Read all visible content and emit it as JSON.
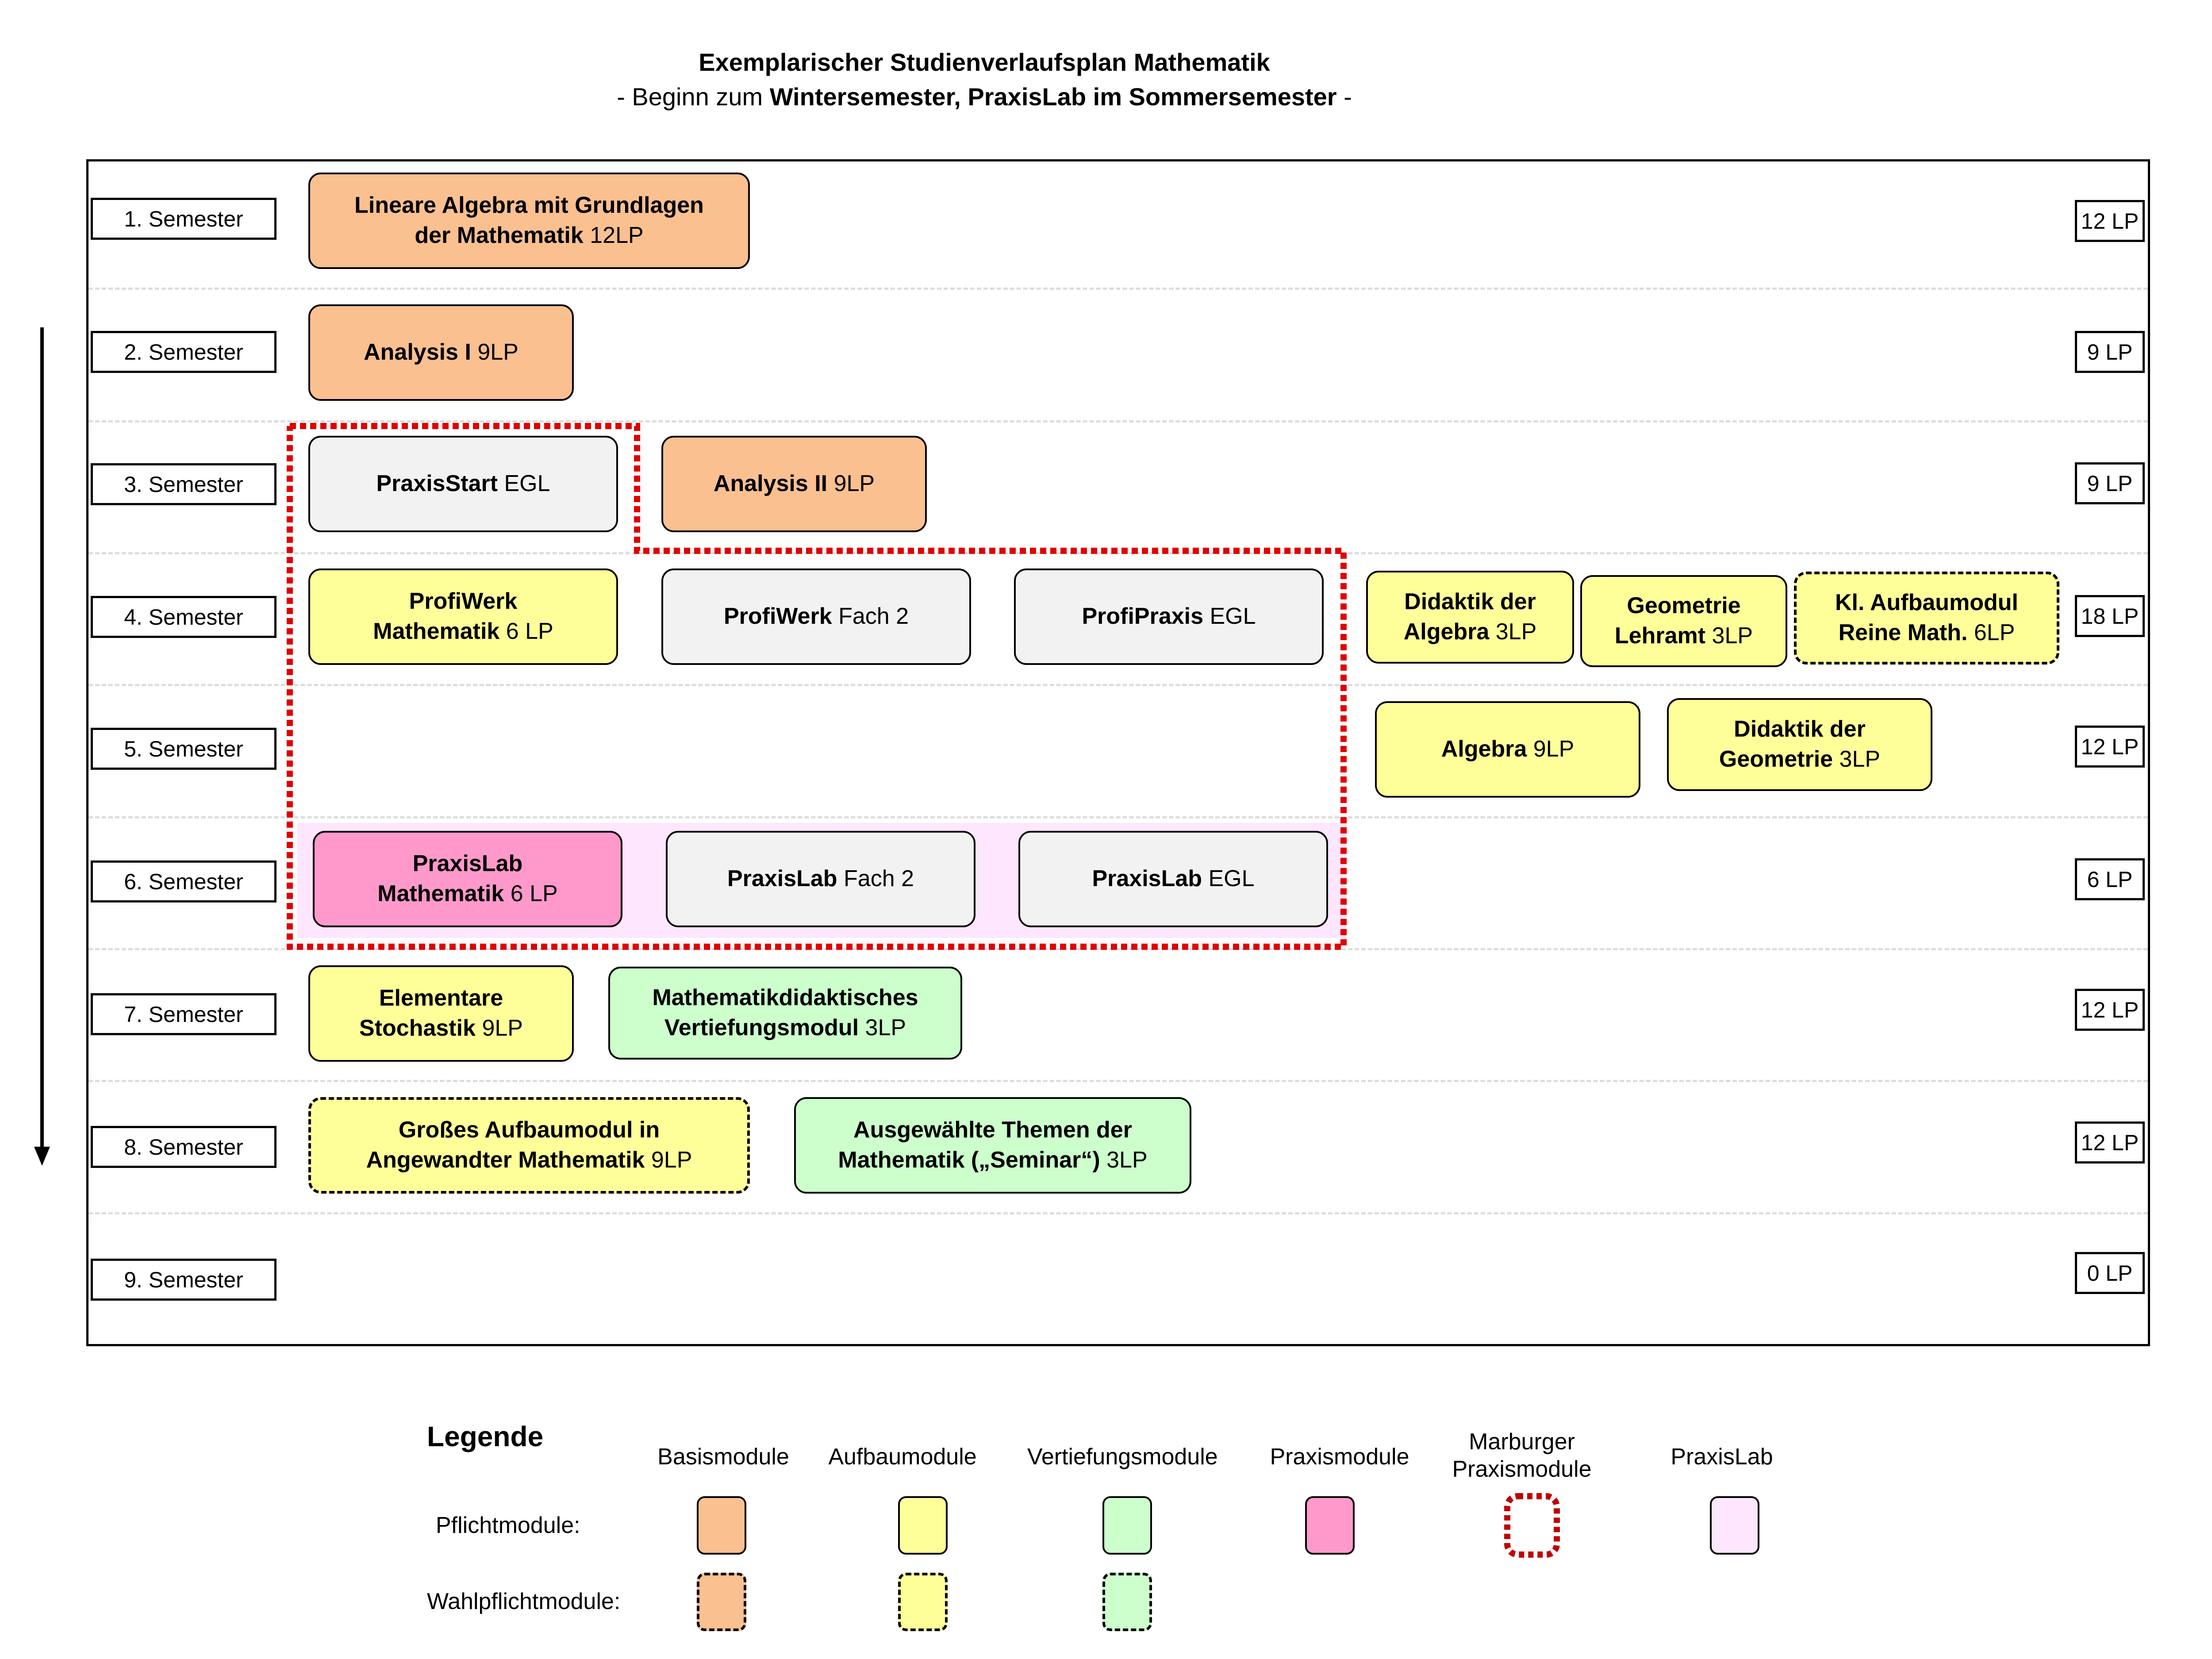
{
  "title": "Exemplarischer Studienverlaufsplan Mathematik",
  "subtitle": {
    "prefix": "- Beginn zum ",
    "bold": "Wintersemester, PraxisLab im Sommersemester",
    "suffix": " -"
  },
  "semesters": [
    {
      "label": "1. Semester",
      "lp": "12 LP"
    },
    {
      "label": "2. Semester",
      "lp": "9 LP"
    },
    {
      "label": "3. Semester",
      "lp": "9 LP"
    },
    {
      "label": "4. Semester",
      "lp": "18 LP"
    },
    {
      "label": "5. Semester",
      "lp": "12 LP"
    },
    {
      "label": "6. Semester",
      "lp": "6 LP"
    },
    {
      "label": "7. Semester",
      "lp": "12 LP"
    },
    {
      "label": "8. Semester",
      "lp": "12 LP"
    },
    {
      "label": "9. Semester",
      "lp": "0 LP"
    }
  ],
  "modules": {
    "la": {
      "l1b": "Lineare Algebra mit Grundlagen",
      "l2b": "der Mathematik",
      "l2n": " 12LP"
    },
    "an1": {
      "b": "Analysis I",
      "n": " 9LP"
    },
    "ps": {
      "b": "PraxisStart",
      "n": " EGL"
    },
    "an2": {
      "b": "Analysis II",
      "n": " 9LP"
    },
    "pwm": {
      "l1b": "ProfiWerk",
      "l2b": "Mathematik",
      "l2n": " 6 LP"
    },
    "pwf": {
      "b": "ProfiWerk",
      "n": " Fach 2"
    },
    "ppe": {
      "b": "ProfiPraxis",
      "n": " EGL"
    },
    "dalg": {
      "l1b": "Didaktik der",
      "l2b": "Algebra",
      "l2n": " 3LP"
    },
    "geo": {
      "l1b": "Geometrie",
      "l2b": "Lehramt",
      "l2n": " 3LP"
    },
    "klam": {
      "l1b": "Kl. Aufbaumodul",
      "l2b": "Reine Math.",
      "l2n": " 6LP"
    },
    "alg": {
      "b": "Algebra",
      "n": " 9LP"
    },
    "dgeo": {
      "l1b": "Didaktik der",
      "l2b": "Geometrie",
      "l2n": " 3LP"
    },
    "plm": {
      "l1b": "PraxisLab",
      "l2b": "Mathematik",
      "l2n": " 6 LP"
    },
    "plf": {
      "b": "PraxisLab",
      "n": " Fach 2"
    },
    "ple": {
      "b": "PraxisLab",
      "n": " EGL"
    },
    "est": {
      "l1b": "Elementare",
      "l2b": "Stochastik",
      "l2n": " 9LP"
    },
    "mdv": {
      "l1b": "Mathematikdidaktisches",
      "l2b": "Vertiefungsmodul",
      "l2n": " 3LP"
    },
    "gam": {
      "l1b": "Großes Aufbaumodul in",
      "l2b": "Angewandter Mathematik",
      "l2n": " 9LP"
    },
    "atm": {
      "l1b": "Ausgewählte Themen der",
      "l2b": "Mathematik („Seminar“)",
      "l2n": " 3LP"
    }
  },
  "legend": {
    "title": "Legende",
    "columns": [
      "Basismodule",
      "Aufbaumodule",
      "Vertiefungsmodule",
      "Praxismodule",
      "Marburger Praxismodule",
      "PraxisLab"
    ],
    "rows": [
      "Pflichtmodule:",
      "Wahlpflichtmodule:"
    ]
  },
  "colors": {
    "basismodule": "#fac090",
    "aufbaumodule": "#ffff99",
    "vertiefungsmodule": "#ccffcc",
    "praxismodule": "#ff99cc",
    "marburger_praxismodule": "#e00000",
    "praxislab": "#ffe6ff",
    "neutral_module": "#f2f2f2"
  }
}
